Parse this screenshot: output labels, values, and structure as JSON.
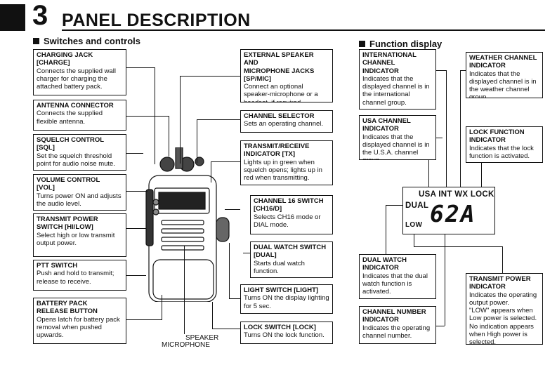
{
  "header": {
    "chapter": "3",
    "title": "PANEL DESCRIPTION"
  },
  "sections": {
    "switches": "Switches and controls",
    "display": "Function display"
  },
  "switches": {
    "charging_jack": {
      "title": "CHARGING JACK\n[CHARGE]",
      "desc": "Connects the supplied wall charger for charging the attached battery pack."
    },
    "antenna": {
      "title": "ANTENNA CONNECTOR",
      "desc": "Connects the supplied flexible antenna."
    },
    "squelch": {
      "title": "SQUELCH CONTROL\n[SQL]",
      "desc": "Set the squelch threshold point for audio noise mute."
    },
    "volume": {
      "title": "VOLUME CONTROL\n[VOL]",
      "desc": "Turns power ON and adjusts the audio level."
    },
    "tx_power": {
      "title": "TRANSMIT POWER\nSWITCH [HI/LOW]",
      "desc": "Select high or low transmit output power."
    },
    "ptt": {
      "title": "PTT SWITCH",
      "desc": "Push and hold to transmit; release to receive."
    },
    "battery_release": {
      "title": "BATTERY PACK\nRELEASE BUTTON",
      "desc": "Opens latch for battery pack removal when pushed upwards."
    },
    "ext_speaker": {
      "title": "EXTERNAL SPEAKER AND\nMICROPHONE JACKS\n[SP/MIC]",
      "desc": "Connect an optional speaker-microphone or a headset, if required."
    },
    "channel_selector": {
      "title": "CHANNEL SELECTOR",
      "desc": "Sets an operating channel."
    },
    "tx_rx_indicator": {
      "title": "TRANSMIT/RECEIVE\nINDICATOR [TX]",
      "desc": "Lights up in green when squelch opens; lights up in red when transmitting."
    },
    "ch16": {
      "title": "CHANNEL 16 SWITCH\n[CH16/D]",
      "desc": "Selects CH16 mode or DIAL mode."
    },
    "dual_watch_switch": {
      "title": "DUAL WATCH SWITCH\n[DUAL]",
      "desc": "Starts dual watch function."
    },
    "light_switch": {
      "title": "LIGHT SWITCH [LIGHT]",
      "desc": "Turns ON the display lighting for 5 sec."
    },
    "lock_switch": {
      "title": "LOCK SWITCH [LOCK]",
      "desc": "Turns ON the lock function."
    },
    "speaker_label": "SPEAKER",
    "microphone_label": "MICROPHONE"
  },
  "display": {
    "international": {
      "title": "INTERNATIONAL\nCHANNEL\nINDICATOR",
      "desc": "Indicates that the displayed channel is in the international channel group."
    },
    "usa": {
      "title": "USA CHANNEL\nINDICATOR",
      "desc": "Indicates that the displayed channel is in the U.S.A. channel group."
    },
    "weather": {
      "title": "WEATHER CHANNEL\nINDICATOR",
      "desc": "Indicates that the displayed channel is in the weather channel group."
    },
    "lock": {
      "title": "LOCK FUNCTION\nINDICATOR",
      "desc": "Indicates that the lock function is activated."
    },
    "dual": {
      "title": "DUAL WATCH\nINDICATOR",
      "desc": "Indicates that the dual watch function is activated."
    },
    "channel_number": {
      "title": "CHANNEL NUMBER\nINDICATOR",
      "desc": "Indicates the operating channel number."
    },
    "tx_power": {
      "title": "TRANSMIT POWER\nINDICATOR",
      "desc": "Indicates the operating output power.\n\"LOW\" appears when Low power is selected.\nNo indication appears when High power is selected."
    },
    "lcd": {
      "usa": "USA",
      "int": "INT",
      "wx": "WX",
      "lock": "LOCK",
      "dual": "DUAL",
      "low": "LOW",
      "channel": "62A"
    }
  }
}
